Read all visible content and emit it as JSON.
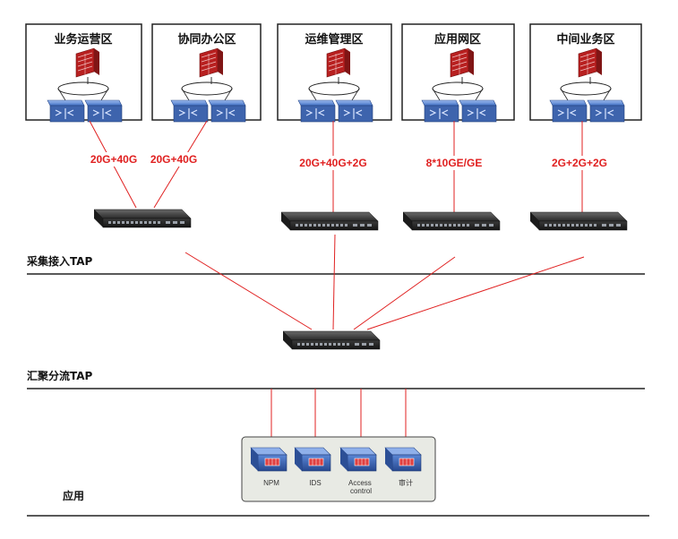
{
  "zones": [
    {
      "title": "业务运营区"
    },
    {
      "title": "协同办公区"
    },
    {
      "title": "运维管理区"
    },
    {
      "title": "应用网区"
    },
    {
      "title": "中间业务区"
    }
  ],
  "links": [
    {
      "label": "20G+40G"
    },
    {
      "label": "20G+40G"
    },
    {
      "label": "20G+40G+2G"
    },
    {
      "label": "8*10GE/GE"
    },
    {
      "label": "2G+2G+2G"
    }
  ],
  "tiers": {
    "access": "采集接入TAP",
    "aggregation": "汇聚分流TAP",
    "application": "应用"
  },
  "apps": [
    {
      "label": "NPM"
    },
    {
      "label": "IDS"
    },
    {
      "label": "Access control"
    },
    {
      "label": "审计"
    }
  ],
  "colors": {
    "link": "#e02020",
    "frame": "#222222",
    "app_panel": "#e8eae4",
    "switch_blue": "#4a78c8",
    "firewall_red": "#c82828"
  }
}
